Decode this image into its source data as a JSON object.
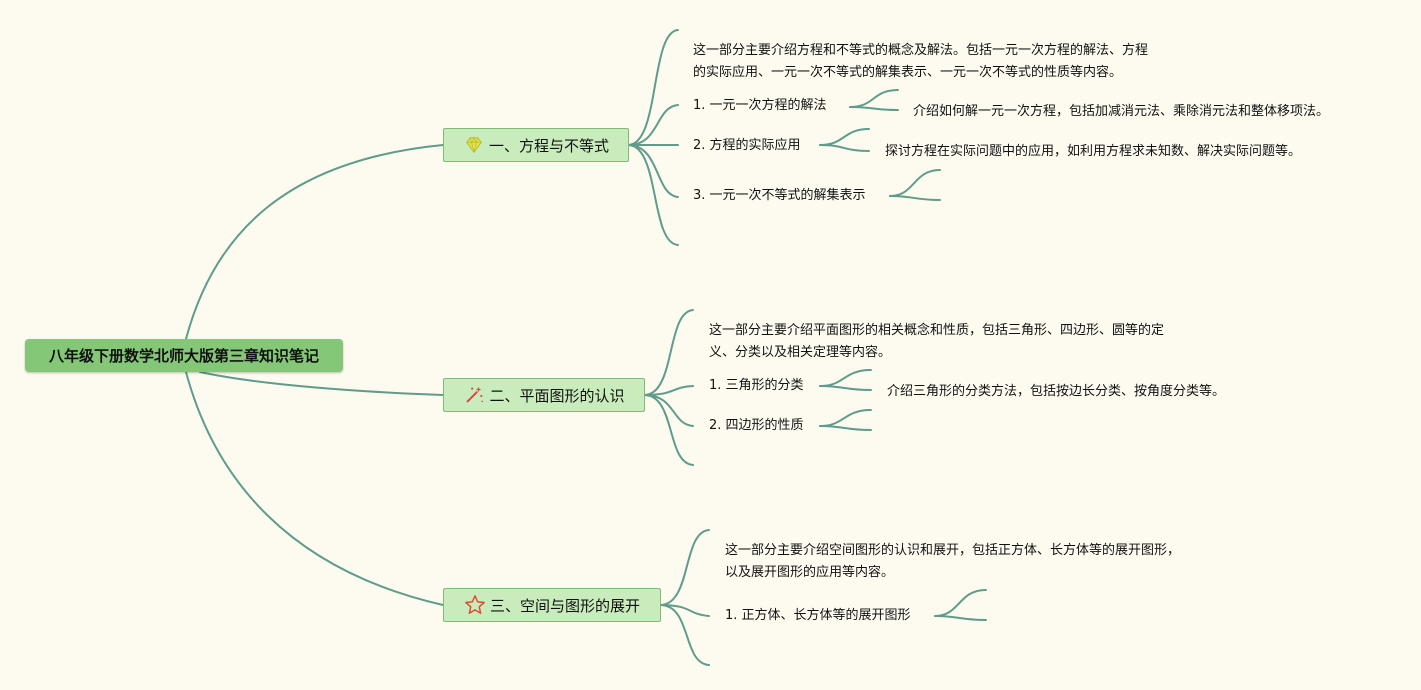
{
  "root": {
    "label": "八年级下册数学北师大版第三章知识笔记"
  },
  "branches": [
    {
      "icon": "diamond-icon",
      "label": "一、方程与不等式",
      "description_lines": [
        "这一部分主要介绍方程和不等式的概念及解法。包括一元一次方程的解法、方程",
        "的实际应用、一元一次不等式的解集表示、一元一次不等式的性质等内容。"
      ],
      "items": [
        {
          "label": "1. 一元一次方程的解法",
          "detail": "介绍如何解一元一次方程，包括加减消元法、乘除消元法和整体移项法。"
        },
        {
          "label": "2. 方程的实际应用",
          "detail": "探讨方程在实际问题中的应用，如利用方程求未知数、解决实际问题等。"
        },
        {
          "label": "3. 一元一次不等式的解集表示",
          "detail": ""
        }
      ]
    },
    {
      "icon": "magic-wand-icon",
      "label": "二、平面图形的认识",
      "description_lines": [
        "这一部分主要介绍平面图形的相关概念和性质，包括三角形、四边形、圆等的定",
        "义、分类以及相关定理等内容。"
      ],
      "items": [
        {
          "label": "1. 三角形的分类",
          "detail": "介绍三角形的分类方法，包括按边长分类、按角度分类等。"
        },
        {
          "label": "2. 四边形的性质",
          "detail": ""
        }
      ]
    },
    {
      "icon": "star-icon",
      "label": "三、空间与图形的展开",
      "description_lines": [
        "这一部分主要介绍空间图形的认识和展开，包括正方体、长方体等的展开图形，",
        "以及展开图形的应用等内容。"
      ],
      "items": [
        {
          "label": "1. 正方体、长方体等的展开图形",
          "detail": ""
        }
      ]
    }
  ],
  "colors": {
    "background": "#fdfbf0",
    "connector": "#5f9c8c",
    "root_fill": "#84c877",
    "branch_fill": "#c9ecbc",
    "branch_border": "#7fbb73",
    "diamond_icon": "#e3e24a",
    "wand_icon": "#d94a4a",
    "star_icon": "#e04b2f"
  }
}
